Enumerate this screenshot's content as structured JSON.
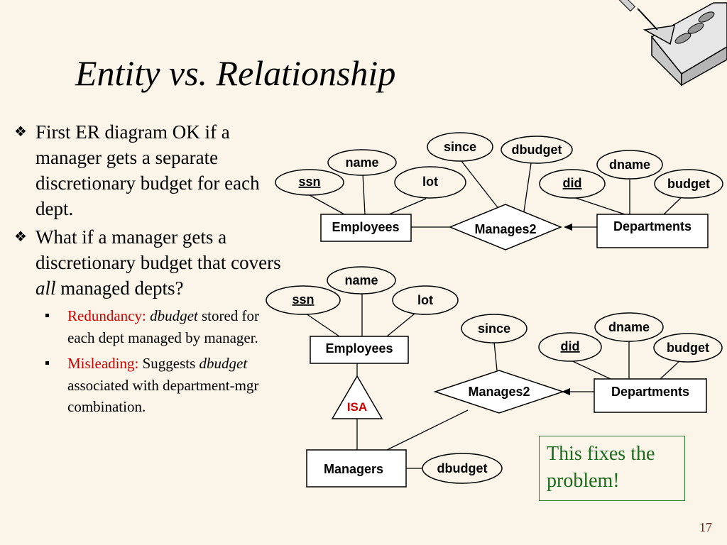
{
  "slide": {
    "title": "Entity vs. Relationship",
    "page_number": "17",
    "note": "This fixes the problem!"
  },
  "bullets": {
    "b1": "First ER diagram OK if a manager gets a separate discretionary budget for each dept.",
    "b2_pre": "What if a manager gets a discretionary budget that covers ",
    "b2_italic": "all",
    "b2_post": " managed depts?",
    "sub1_red": "Redundancy:",
    "sub1_italic": "dbudget",
    "sub1_rest": "stored for each dept managed by manager.",
    "sub2_red": "Misleading:",
    "sub2_rest1": "Suggests",
    "sub2_italic": "dbudget",
    "sub2_rest2": "associated with department-mgr combination."
  },
  "diagram1": {
    "attr_ssn": "ssn",
    "attr_name": "name",
    "attr_lot": "lot",
    "attr_since": "since",
    "attr_dbudget": "dbudget",
    "attr_did": "did",
    "attr_dname": "dname",
    "attr_budget": "budget",
    "entity_employees": "Employees",
    "relationship": "Manages2",
    "entity_departments": "Departments"
  },
  "diagram2": {
    "attr_name": "name",
    "attr_ssn": "ssn",
    "attr_lot": "lot",
    "attr_since": "since",
    "attr_dname": "dname",
    "attr_did": "did",
    "attr_budget": "budget",
    "entity_employees": "Employees",
    "isa": "ISA",
    "relationship": "Manages2",
    "entity_departments": "Departments",
    "entity_managers": "Managers",
    "attr_dbudget": "dbudget"
  },
  "colors": {
    "background": "#fbf5e9",
    "emphasis_red": "#cc0000",
    "note_green": "#1a6b1a"
  }
}
